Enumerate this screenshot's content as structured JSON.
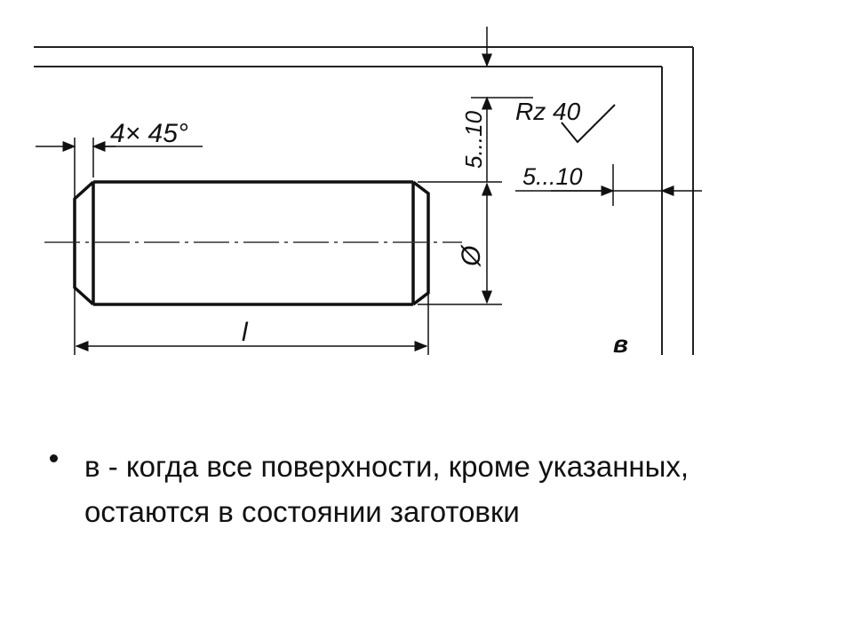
{
  "drawing": {
    "chamfer_label": "4× 45°",
    "roughness_label": "Rz 40",
    "top_allowance_label": "5...10",
    "right_allowance_label": "5...10",
    "diameter_label": "Ø",
    "length_label": "l",
    "view_label": "в"
  },
  "bullet": {
    "text": "в - когда все поверхности, кроме указанных, остаются в состоянии заготовки"
  }
}
